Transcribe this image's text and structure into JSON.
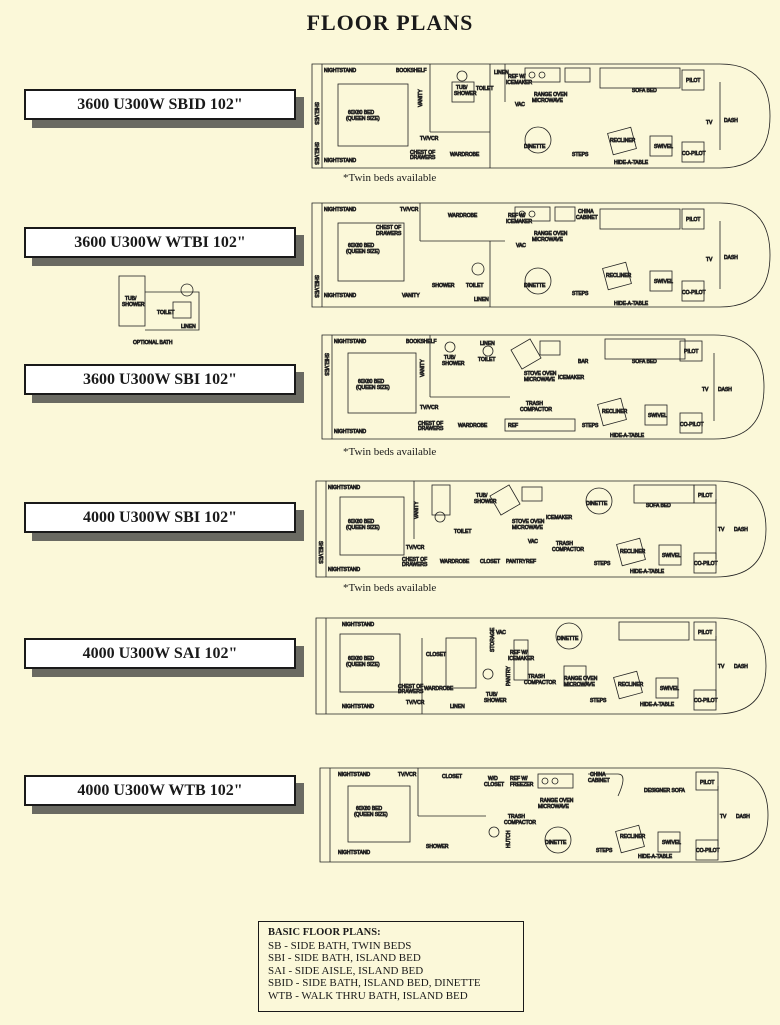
{
  "title": "FLOOR PLANS",
  "models": [
    {
      "name": "3600 U300W SBID 102\"",
      "note": "*Twin beds available",
      "labels": {
        "nightstand": "NIGHTSTAND",
        "nightstand2": "NIGHTSTAND",
        "shelves": "SHELVES",
        "shelves2": "SHELVES",
        "bed": "60X80 BED",
        "bed_size": "(QUEEN SIZE)",
        "bookshelf": "BOOKSHELF",
        "tub": "TUB/",
        "shower": "SHOWER",
        "vanity": "VANITY",
        "toilet": "TOILET",
        "linen": "LINEN",
        "tvvcr": "TV/VCR",
        "chest": "CHEST OF",
        "drawers": "DRAWERS",
        "wardrobe": "WARDROBE",
        "refw": "REF W/",
        "icemaker": "ICEMAKER",
        "range": "RANGE OVEN",
        "microwave": "MICROWAVE",
        "vac": "VAC",
        "dinette": "DINETTE",
        "sofa": "SOFA BED",
        "recliner": "RECLINER",
        "swivel": "SWIVEL",
        "steps": "STEPS",
        "hideatable": "HIDE-A-TABLE",
        "pilot": "PILOT",
        "copilot": "CO-PILOT",
        "tv": "TV",
        "dash": "DASH"
      }
    },
    {
      "name": "3600 U300W WTBI 102\"",
      "labels": {
        "nightstand": "NIGHTSTAND",
        "nightstand2": "NIGHTSTAND",
        "shelves": "SHELVES",
        "tvvcr": "TV/VCR",
        "bed": "60X80 BED",
        "bed_size": "(QUEEN SIZE)",
        "chest": "CHEST OF",
        "drawers": "DRAWERS",
        "wardrobe": "WARDROBE",
        "shower": "SHOWER",
        "vanity": "VANITY",
        "toilet": "TOILET",
        "linen": "LINEN",
        "refw": "REF W/",
        "icemaker": "ICEMAKER",
        "range": "RANGE OVEN",
        "microwave": "MICROWAVE",
        "vac": "VAC",
        "china": "CHINA",
        "cabinet": "CABINET",
        "dinette": "DINETTE",
        "recliner": "RECLINER",
        "swivel": "SWIVEL",
        "steps": "STEPS",
        "hideatable": "HIDE-A-TABLE",
        "pilot": "PILOT",
        "copilot": "CO-PILOT",
        "tv": "TV",
        "dash": "DASH"
      }
    },
    {
      "name": "3600 U300W SBI 102\"",
      "note": "*Twin beds available",
      "labels": {
        "nightstand": "NIGHTSTAND",
        "nightstand2": "NIGHTSTAND",
        "shelves": "SHELVES",
        "bookshelf": "BOOKSHELF",
        "tub": "TUB/",
        "shower": "SHOWER",
        "vanity": "VANITY",
        "toilet": "TOILET",
        "linen": "LINEN",
        "bed": "60X80 BED",
        "bed_size": "(QUEEN SIZE)",
        "tvvcr": "TV/VCR",
        "chest": "CHEST OF",
        "drawers": "DRAWERS",
        "wardrobe": "WARDROBE",
        "stove": "STOVE OVEN",
        "microwave": "MICROWAVE",
        "icemaker": "ICEMAKER",
        "bar": "BAR",
        "trash": "TRASH",
        "compactor": "COMPACTOR",
        "ref": "REF",
        "steps": "STEPS",
        "sofa": "SOFA BED",
        "recliner": "RECLINER",
        "swivel": "SWIVEL",
        "hideatable": "HIDE-A-TABLE",
        "pilot": "PILOT",
        "copilot": "CO-PILOT",
        "tv": "TV",
        "dash": "DASH"
      }
    },
    {
      "name": "4000 U300W SBI 102\"",
      "note": "*Twin beds available",
      "labels": {
        "nightstand": "NIGHTSTAND",
        "nightstand2": "NIGHTSTAND",
        "shelves": "SHELVES",
        "bed": "60X80 BED",
        "bed_size": "(QUEEN SIZE)",
        "tvvcr": "TV/VCR",
        "chest": "CHEST OF",
        "drawers": "DRAWERS",
        "wardrobe": "WARDROBE",
        "closet": "CLOSET",
        "pantry": "PANTRY",
        "ref": "REF",
        "tub": "TUB/",
        "shower": "SHOWER",
        "toilet": "TOILET",
        "vanity": "VANITY",
        "stove": "STOVE OVEN",
        "microwave": "MICROWAVE",
        "icemaker": "ICEMAKER",
        "trash": "TRASH",
        "compactor": "COMPACTOR",
        "vac": "VAC",
        "dinette": "DINETTE",
        "sofa": "SOFA BED",
        "recliner": "RECLINER",
        "swivel": "SWIVEL",
        "steps": "STEPS",
        "hideatable": "HIDE-A-TABLE",
        "pilot": "PILOT",
        "copilot": "CO-PILOT",
        "tv": "TV",
        "dash": "DASH"
      }
    },
    {
      "name": "4000 U300W SAI 102\"",
      "labels": {
        "nightstand": "NIGHTSTAND",
        "nightstand2": "NIGHTSTAND",
        "bed": "60X80 BED",
        "bed_size": "(QUEEN SIZE)",
        "closet": "CLOSET",
        "chest": "CHEST OF",
        "drawers": "DRAWERS",
        "wardrobe": "WARDROBE",
        "tvvcr": "TV/VCR",
        "linen": "LINEN",
        "tub": "TUB/",
        "shower": "SHOWER",
        "storage": "STORAGE",
        "pantry": "PANTRY",
        "vac": "VAC",
        "refw": "REF W/",
        "icemaker": "ICEMAKER",
        "trash": "TRASH",
        "compactor": "COMPACTOR",
        "range": "RANGE OVEN",
        "microwave": "MICROWAVE",
        "dinette": "DINETTE",
        "recliner": "RECLINER",
        "swivel": "SWIVEL",
        "steps": "STEPS",
        "hideatable": "HIDE-A-TABLE",
        "pilot": "PILOT",
        "copilot": "CO-PILOT",
        "tv": "TV",
        "dash": "DASH"
      }
    },
    {
      "name": "4000 U300W WTB 102\"",
      "labels": {
        "nightstand": "NIGHTSTAND",
        "nightstand2": "NIGHTSTAND",
        "tvvcr": "TV/VCR",
        "closet": "CLOSET",
        "wd": "W/D",
        "closet2": "CLOSET",
        "refw": "REF W/",
        "freezer": "FREEZER",
        "range": "RANGE OVEN",
        "microwave": "MICROWAVE",
        "china": "CHINA",
        "cabinet": "CABINET",
        "designer": "DESIGNER SOFA",
        "bed": "60X80 BED",
        "bed_size": "(QUEEN SIZE)",
        "shower": "SHOWER",
        "trash": "TRASH",
        "compactor": "COMPACTOR",
        "hutch": "HUTCH",
        "dinette": "DINETTE",
        "recliner": "RECLINER",
        "swivel": "SWIVEL",
        "steps": "STEPS",
        "hideatable": "HIDE-A-TABLE",
        "pilot": "PILOT",
        "copilot": "CO-PILOT",
        "tv": "TV",
        "dash": "DASH"
      }
    }
  ],
  "optional_bath": {
    "tub": "TUB/",
    "shower": "SHOWER",
    "toilet": "TOILET",
    "linen": "LINEN",
    "caption": "OPTIONAL BATH"
  },
  "legend": {
    "title": "BASIC FLOOR PLANS:",
    "lines": [
      "SB - SIDE BATH, TWIN BEDS",
      "SBI - SIDE BATH, ISLAND BED",
      "SAI - SIDE AISLE, ISLAND BED",
      "SBID - SIDE BATH, ISLAND BED, DINETTE",
      "WTB - WALK THRU BATH, ISLAND BED"
    ]
  }
}
